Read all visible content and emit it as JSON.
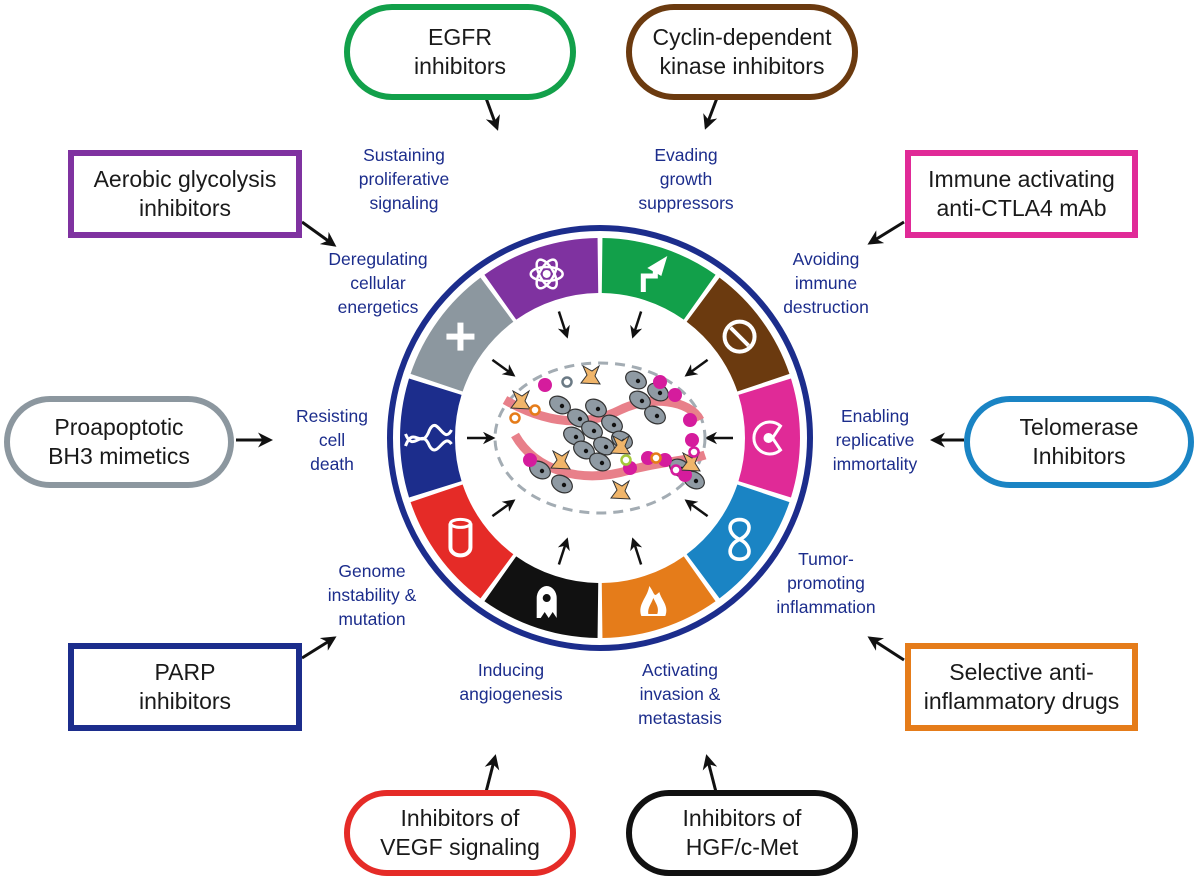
{
  "title": "Hallmarks of cancer and therapeutic targeting",
  "colors": {
    "ring_outline": "#1c2d8c",
    "label_text": "#1c2d8c",
    "arrow": "#111111",
    "box_text": "#1a1a1a"
  },
  "hallmarks": [
    {
      "id": "proliferative",
      "lines": [
        "Sustaining",
        "proliferative",
        "signaling"
      ],
      "color": "#12a04a",
      "icon": "bent-arrow-icon"
    },
    {
      "id": "growth-suppressors",
      "lines": [
        "Evading",
        "growth",
        "suppressors"
      ],
      "color": "#6b3a0f",
      "icon": "prohibited-icon"
    },
    {
      "id": "immune",
      "lines": [
        "Avoiding",
        "immune",
        "destruction"
      ],
      "color": "#e02a97",
      "icon": "immune-cell-icon"
    },
    {
      "id": "immortality",
      "lines": [
        "Enabling",
        "replicative",
        "immortality"
      ],
      "color": "#1a84c4",
      "icon": "infinity-icon"
    },
    {
      "id": "inflammation",
      "lines": [
        "Tumor-",
        "promoting",
        "inflammation"
      ],
      "color": "#e57c1a",
      "icon": "flame-icon"
    },
    {
      "id": "invasion",
      "lines": [
        "Activating",
        "invasion &",
        "metastasis"
      ],
      "color": "#111111",
      "icon": "ghost-cell-icon"
    },
    {
      "id": "angiogenesis",
      "lines": [
        "Inducing",
        "angiogenesis"
      ],
      "color": "#e52b27",
      "icon": "vessel-icon"
    },
    {
      "id": "genome",
      "lines": [
        "Genome",
        "instability &",
        "mutation"
      ],
      "color": "#1c2d8c",
      "icon": "dna-icon"
    },
    {
      "id": "cell-death",
      "lines": [
        "Resisting",
        "cell",
        "death"
      ],
      "color": "#8c979f",
      "icon": "cross-icon"
    },
    {
      "id": "energetics",
      "lines": [
        "Deregulating",
        "cellular",
        "energetics"
      ],
      "color": "#7f32a0",
      "icon": "atom-icon"
    }
  ],
  "drugs": [
    {
      "id": "egfr",
      "lines": [
        "EGFR",
        "inhibitors"
      ],
      "color": "#12a04a",
      "shape": "pill",
      "target": "proliferative"
    },
    {
      "id": "cdk",
      "lines": [
        "Cyclin-dependent",
        "kinase inhibitors"
      ],
      "color": "#6b3a0f",
      "shape": "pill",
      "target": "growth-suppressors"
    },
    {
      "id": "ctla4",
      "lines": [
        "Immune activating",
        "anti-CTLA4 mAb"
      ],
      "color": "#e02a97",
      "shape": "rect",
      "target": "immune"
    },
    {
      "id": "telomerase",
      "lines": [
        "Telomerase",
        "Inhibitors"
      ],
      "color": "#1a84c4",
      "shape": "pill",
      "target": "immortality"
    },
    {
      "id": "anti-inflammatory",
      "lines": [
        "Selective anti-",
        "inflammatory drugs"
      ],
      "color": "#e57c1a",
      "shape": "rect",
      "target": "inflammation"
    },
    {
      "id": "hgf-cmet",
      "lines": [
        "Inhibitors of",
        "HGF/c-Met"
      ],
      "color": "#111111",
      "shape": "pill",
      "target": "invasion"
    },
    {
      "id": "vegf",
      "lines": [
        "Inhibitors of",
        "VEGF signaling"
      ],
      "color": "#e52b27",
      "shape": "pill",
      "target": "angiogenesis"
    },
    {
      "id": "parp",
      "lines": [
        "PARP",
        "inhibitors"
      ],
      "color": "#1c2d8c",
      "shape": "rect",
      "target": "genome"
    },
    {
      "id": "bh3",
      "lines": [
        "Proapoptotic",
        "BH3 mimetics"
      ],
      "color": "#8c979f",
      "shape": "pill",
      "target": "cell-death"
    },
    {
      "id": "glycolysis",
      "lines": [
        "Aerobic glycolysis",
        "inhibitors"
      ],
      "color": "#7f32a0",
      "shape": "rect",
      "target": "energetics"
    }
  ],
  "center": {
    "name": "tumor-microenvironment-illustration"
  }
}
